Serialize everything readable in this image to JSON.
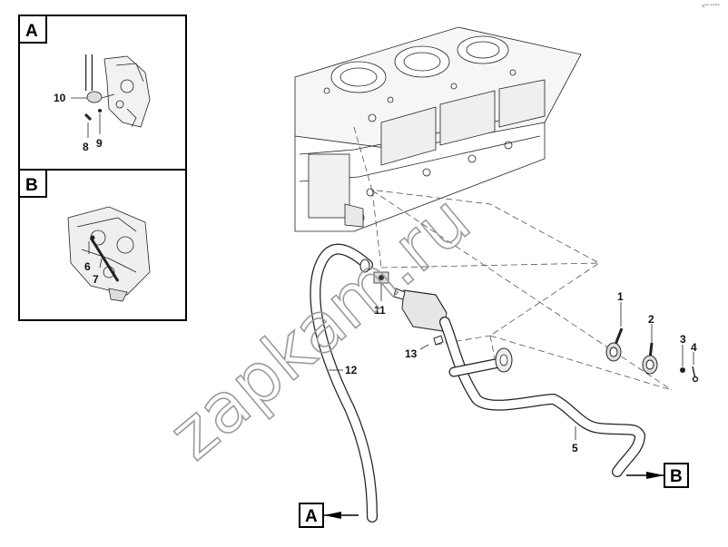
{
  "corner_text": "a**  ****",
  "watermark": "zapkam.ru",
  "inset_A": {
    "letter": "A",
    "callouts": [
      "10",
      "8",
      "9"
    ]
  },
  "inset_B": {
    "letter": "B",
    "callouts": [
      "6",
      "7"
    ]
  },
  "main_callouts": [
    "1",
    "2",
    "3",
    "4",
    "5",
    "11",
    "12",
    "13"
  ],
  "view_refs": [
    "A",
    "B"
  ]
}
